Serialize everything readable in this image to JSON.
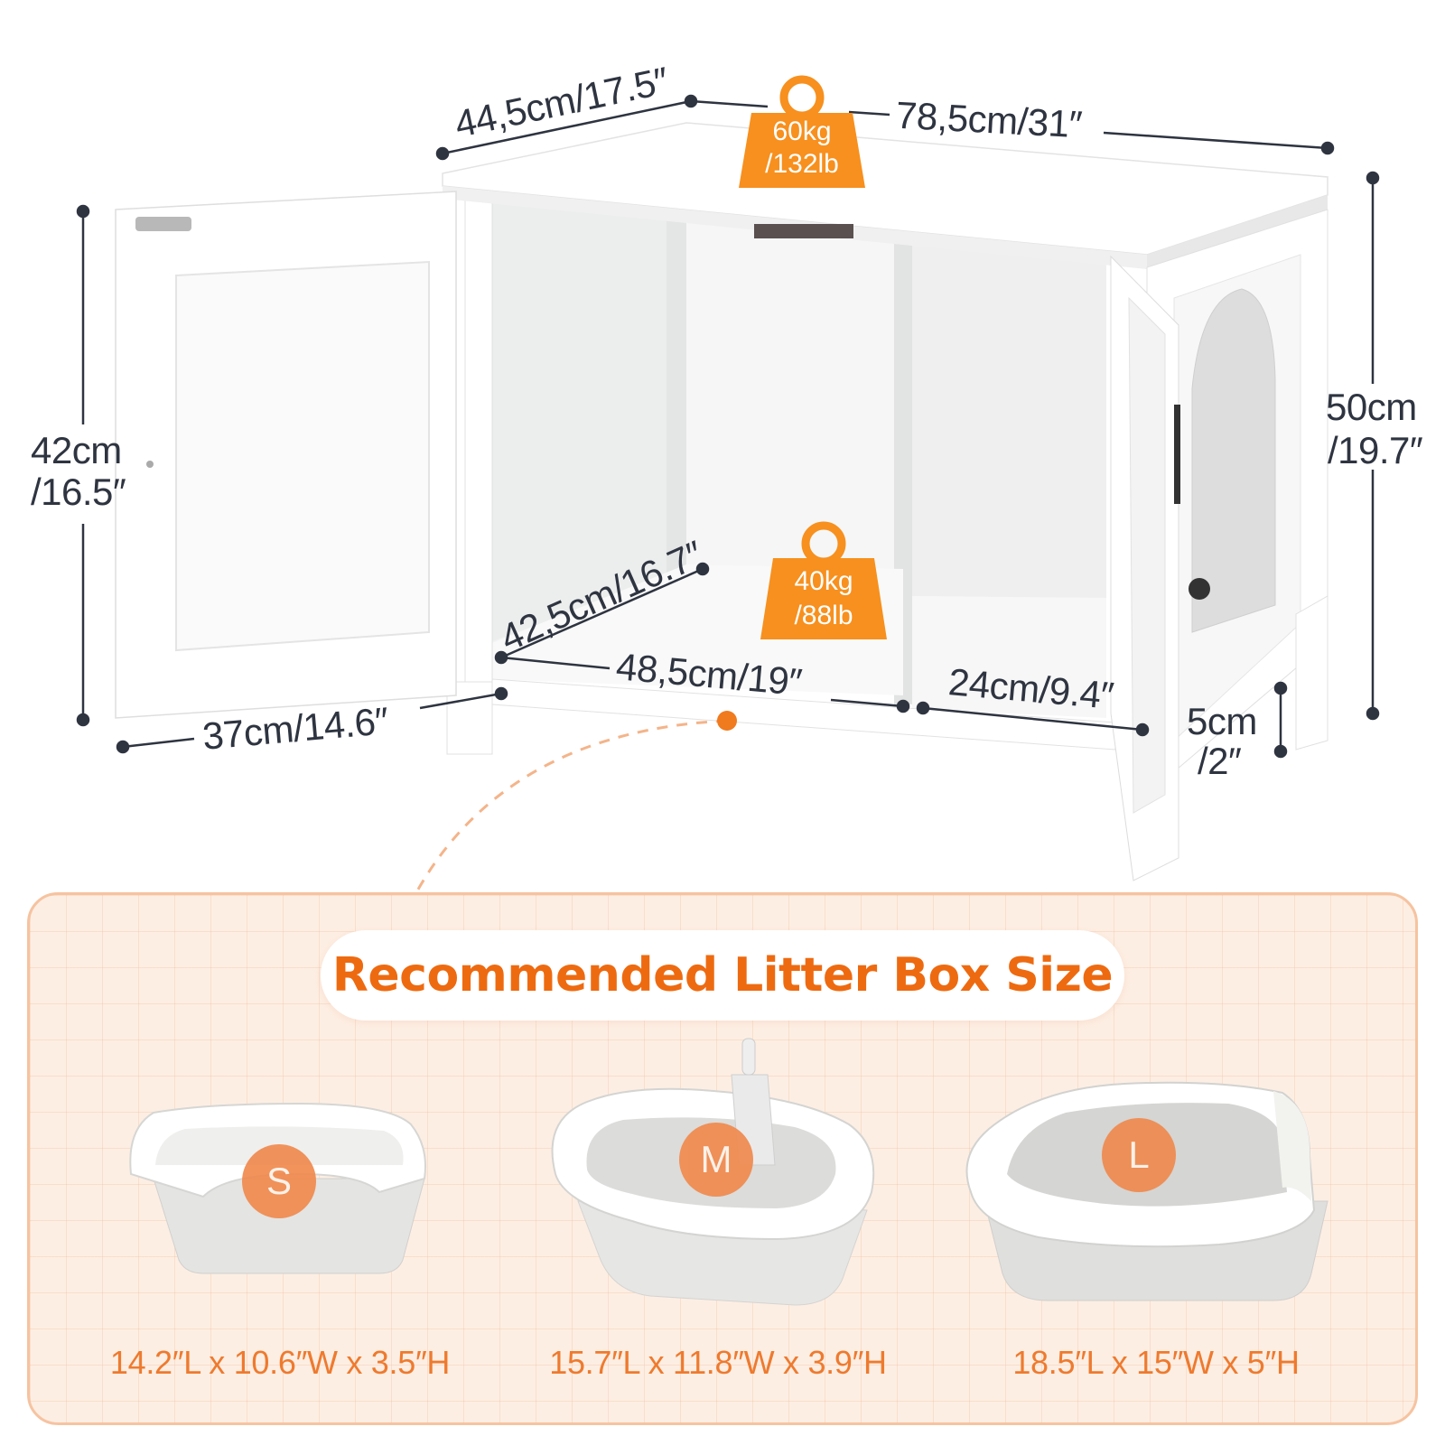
{
  "dimensions": {
    "depth_top": "44,5cm/17.5″",
    "width_top": "78,5cm/31″",
    "height_total_cm": "50cm",
    "height_total_in": "/19.7″",
    "door_height_cm": "42cm",
    "door_height_in": "/16.5″",
    "door_width": "37cm/14.6″",
    "interior_depth": "42,5cm/16.7″",
    "interior_width": "48,5cm/19″",
    "side_width": "24cm/9.4″",
    "leg_height_cm": "5cm",
    "leg_height_in": "/2″"
  },
  "weights": {
    "top_line1": "60kg",
    "top_line2": "/132lb",
    "shelf_line1": "40kg",
    "shelf_line2": "/88lb"
  },
  "litter_section": {
    "title": "Recommended Litter Box Size",
    "boxes": [
      {
        "size": "S",
        "dims": "14.2″L x 10.6″W x 3.5″H"
      },
      {
        "size": "M",
        "dims": "15.7″L x 11.8″W x 3.9″H"
      },
      {
        "size": "L",
        "dims": "18.5″L x 15″W x 5″H"
      }
    ]
  },
  "colors": {
    "accent": "#ee6a10",
    "weight_badge": "#f7901e",
    "dimension_line": "#2e3440",
    "panel_bg": "#fdeee3"
  }
}
